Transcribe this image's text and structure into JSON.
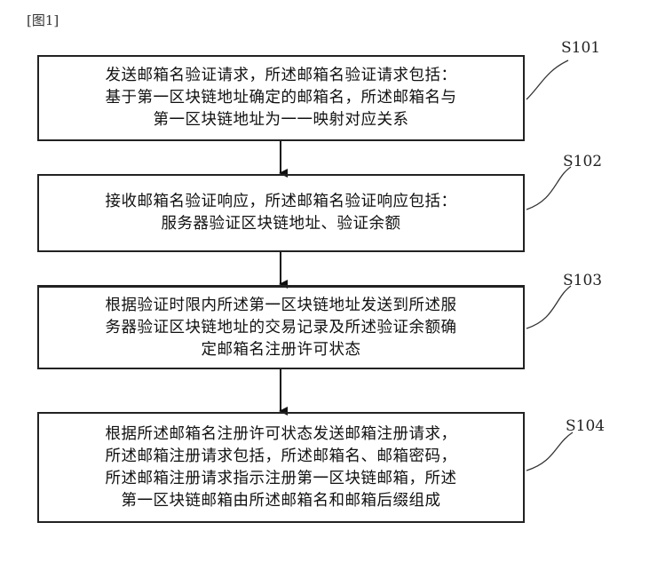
{
  "figure_label": "[图1]",
  "steps": [
    {
      "id": "S101",
      "lines": [
        "发送邮箱名验证请求，所述邮箱名验证请求包括：",
        "基于第一区块链地址确定的邮箱名，所述邮箱名与",
        "第一区块链地址为一一映射对应关系"
      ]
    },
    {
      "id": "S102",
      "lines": [
        "接收邮箱名验证响应，所述邮箱名验证响应包括：",
        "服务器验证区块链地址、验证余额"
      ]
    },
    {
      "id": "S103",
      "lines": [
        "根据验证时限内所述第一区块链地址发送到所述服",
        "务器验证区块链地址的交易记录及所述验证余额确",
        "定邮箱名注册许可状态"
      ]
    },
    {
      "id": "S104",
      "lines": [
        "根据所述邮箱名注册许可状态发送邮箱注册请求，",
        "所述邮箱注册请求包括，所述邮箱名、邮箱密码，",
        "所述邮箱注册请求指示注册第一区块链邮箱，所述",
        "第一区块链邮箱由所述邮箱名和邮箱后缀组成"
      ]
    }
  ]
}
